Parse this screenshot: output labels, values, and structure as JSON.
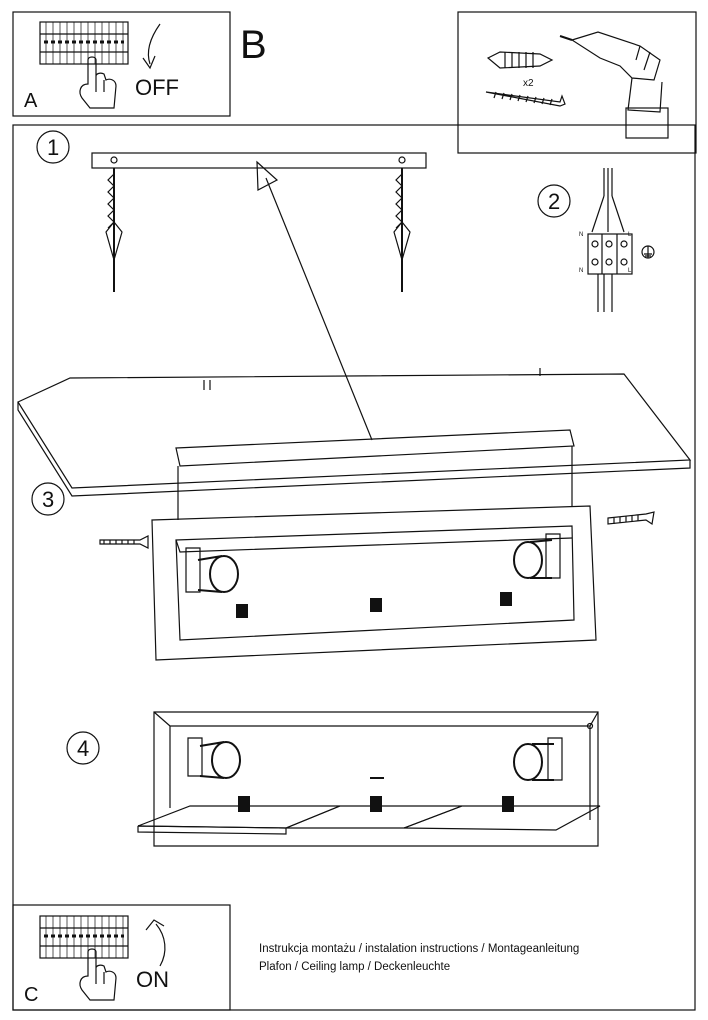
{
  "panels": {
    "a": {
      "letter": "A",
      "word": "OFF"
    },
    "b": {
      "letter": "B",
      "multiplier": "x2"
    },
    "c": {
      "letter": "C",
      "word": "ON"
    }
  },
  "steps": [
    "1",
    "2",
    "3",
    "4"
  ],
  "terminal_labels": {
    "n": "N",
    "l": "L"
  },
  "captions": {
    "line1": "Instrukcja montażu / instalation instructions / Montageanleitung",
    "line2": "Plafon / Ceiling lamp / Deckenleuchte"
  }
}
